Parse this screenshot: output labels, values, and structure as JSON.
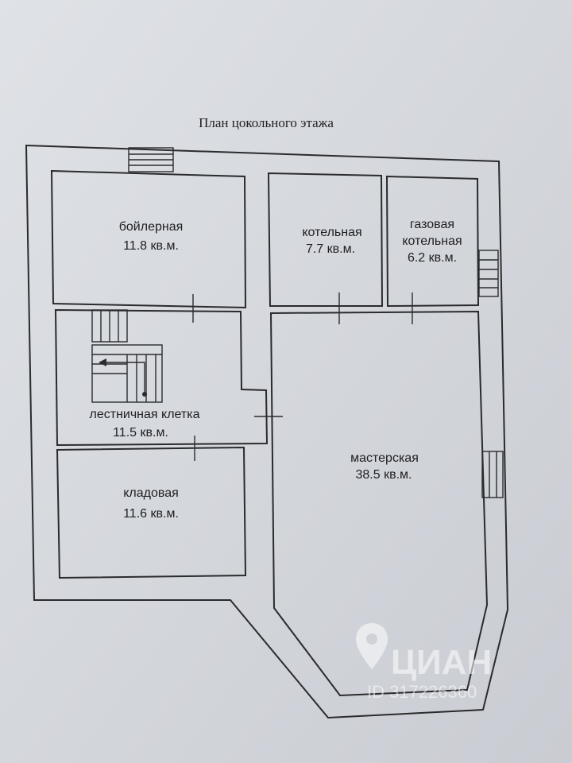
{
  "title": "План цокольного этажа",
  "rooms": [
    {
      "id": "boiler",
      "name": "бойлерная",
      "area": "11.8 кв.м."
    },
    {
      "id": "kotelnaya",
      "name": "котельная",
      "area": "7.7 кв.м."
    },
    {
      "id": "gas",
      "name_line1": "газовая",
      "name_line2": "котельная",
      "area": "6.2 кв.м."
    },
    {
      "id": "stair",
      "name": "лестничная клетка",
      "area": "11.5 кв.м."
    },
    {
      "id": "storage",
      "name": "кладовая",
      "area": "11.6 кв.м."
    },
    {
      "id": "workshop",
      "name": "мастерская",
      "area": "38.5 кв.м."
    }
  ],
  "watermark": {
    "brand": "ЦИАН",
    "id": "ID 317226360"
  },
  "colors": {
    "paper": "#d4d7dc",
    "line": "#2b2b2e",
    "text": "#1f1f22"
  }
}
